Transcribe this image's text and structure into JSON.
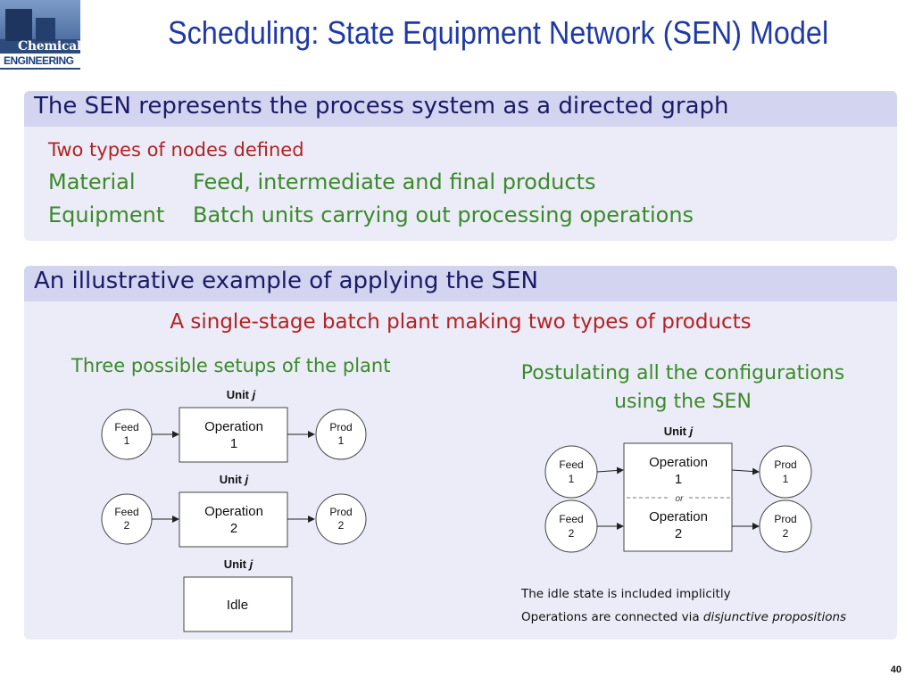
{
  "logo": {
    "line1": "Chemical",
    "line2": "ENGINEERING"
  },
  "title": "Scheduling: State Equipment Network (SEN) Model",
  "block1": {
    "header": "The SEN represents the process system as a directed graph",
    "intro": "Two types of nodes defined",
    "rows": [
      {
        "term": "Material",
        "desc": "Feed, intermediate and final products"
      },
      {
        "term": "Equipment",
        "desc": "Batch units carrying out processing operations"
      }
    ]
  },
  "block2": {
    "header": "An illustrative example of applying the SEN",
    "subtitle": "A single-stage batch plant making two types of products",
    "left_caption": "Three possible setups of the plant",
    "right_caption_line1": "Postulating all the configurations",
    "right_caption_line2": "using the SEN",
    "unit_label": "Unit ",
    "unit_var": "j",
    "setups": [
      {
        "feed": [
          "Feed",
          "1"
        ],
        "op": [
          "Operation",
          "1"
        ],
        "prod": [
          "Prod",
          "1"
        ]
      },
      {
        "feed": [
          "Feed",
          "2"
        ],
        "op": [
          "Operation",
          "2"
        ],
        "prod": [
          "Prod",
          "2"
        ]
      },
      {
        "idle": "Idle"
      }
    ],
    "sen": {
      "feeds": [
        [
          "Feed",
          "1"
        ],
        [
          "Feed",
          "2"
        ]
      ],
      "ops": [
        [
          "Operation",
          "1"
        ],
        [
          "Operation",
          "2"
        ]
      ],
      "prods": [
        [
          "Prod",
          "1"
        ],
        [
          "Prod",
          "2"
        ]
      ],
      "or": "or"
    },
    "note1": "The idle state is included implicitly",
    "note2_prefix": "Operations are connected via ",
    "note2_italic": "disjunctive propositions"
  },
  "page_number": "40",
  "colors": {
    "title": "#1f3aa6",
    "header_bg": "#d2d4f0",
    "body_bg": "#ececf8",
    "red": "#b22222",
    "green": "#3a8a2a"
  }
}
